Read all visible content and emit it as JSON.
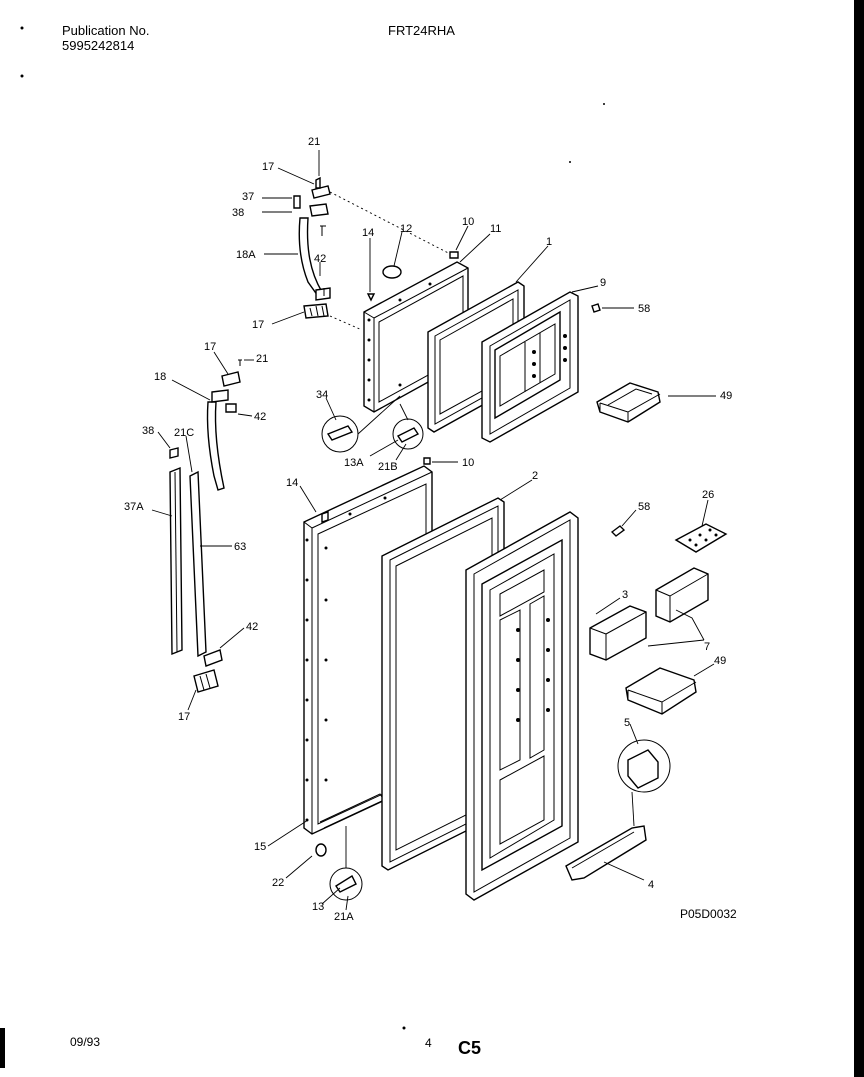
{
  "header": {
    "publication_label": "Publication No.",
    "publication_number": "5995242814",
    "model": "FRT24RHA"
  },
  "diagram": {
    "labels": {
      "p21_top": "21",
      "p17_top": "17",
      "p37": "37",
      "p38": "38",
      "p18A": "18A",
      "p42_a": "42",
      "p17_a": "17",
      "p14_a": "14",
      "p12": "12",
      "p10_a": "10",
      "p11": "11",
      "p1": "1",
      "p9": "9",
      "p58_a": "58",
      "p49_a": "49",
      "p17_b": "17",
      "p21_b": "21",
      "p18": "18",
      "p42_b": "42",
      "p34": "34",
      "p13A": "13A",
      "p21B": "21B",
      "p10_b": "10",
      "p38_b": "38",
      "p21C": "21C",
      "p37A": "37A",
      "p63": "63",
      "p42_c": "42",
      "p17_c": "17",
      "p14_b": "14",
      "p2": "2",
      "p58_b": "58",
      "p26": "26",
      "p3": "3",
      "p7": "7",
      "p49_b": "49",
      "p5": "5",
      "p15": "15",
      "p22": "22",
      "p13": "13",
      "p21A": "21A",
      "p4": "4"
    },
    "drawing_code": "P05D0032"
  },
  "footer": {
    "date": "09/93",
    "page": "4",
    "section": "C5"
  }
}
